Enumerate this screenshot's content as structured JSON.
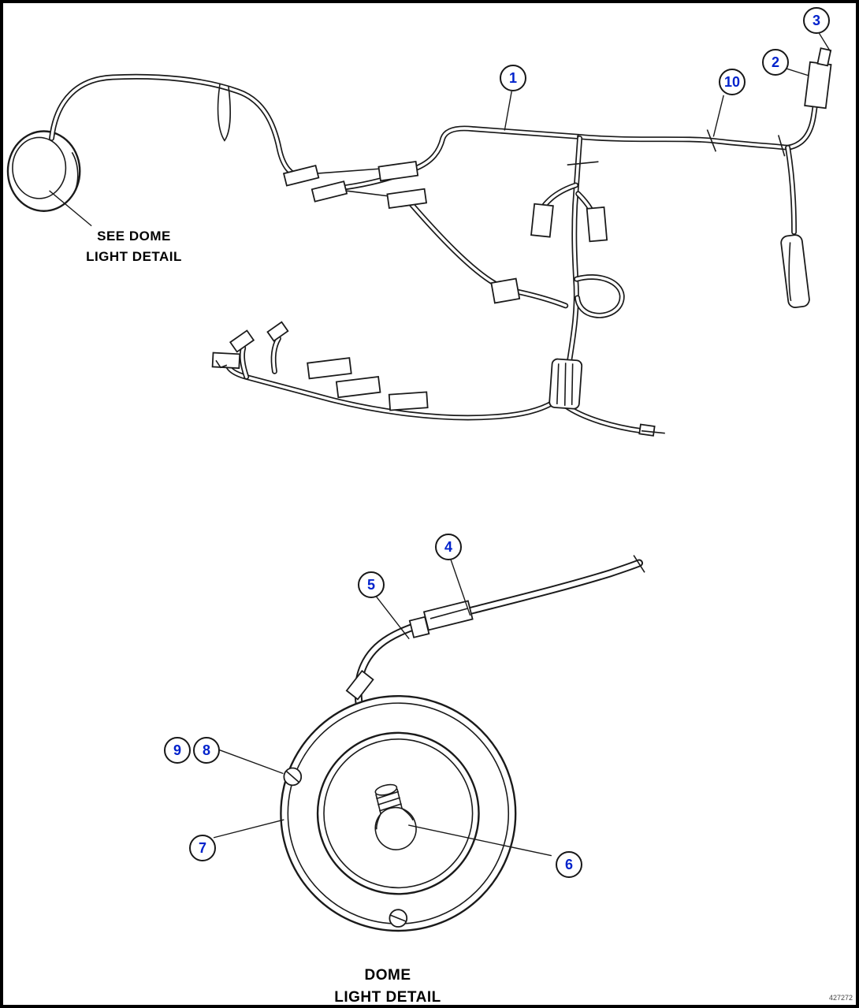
{
  "figure": {
    "type": "wiring-harness-parts-diagram",
    "caption_top_left": {
      "line1": "SEE DOME",
      "line2": "LIGHT DETAIL"
    },
    "caption_bottom": {
      "line1": "DOME",
      "line2": "LIGHT DETAIL"
    },
    "figure_number": "427272"
  },
  "callouts": {
    "c1": "1",
    "c2": "2",
    "c3": "3",
    "c4": "4",
    "c5": "5",
    "c6": "6",
    "c7": "7",
    "c8": "8",
    "c9": "9",
    "c10": "10"
  },
  "colors": {
    "line_color": "#1a1a1a",
    "callout_number": "#0022cc",
    "frame": "#000000",
    "background": "#ffffff"
  }
}
